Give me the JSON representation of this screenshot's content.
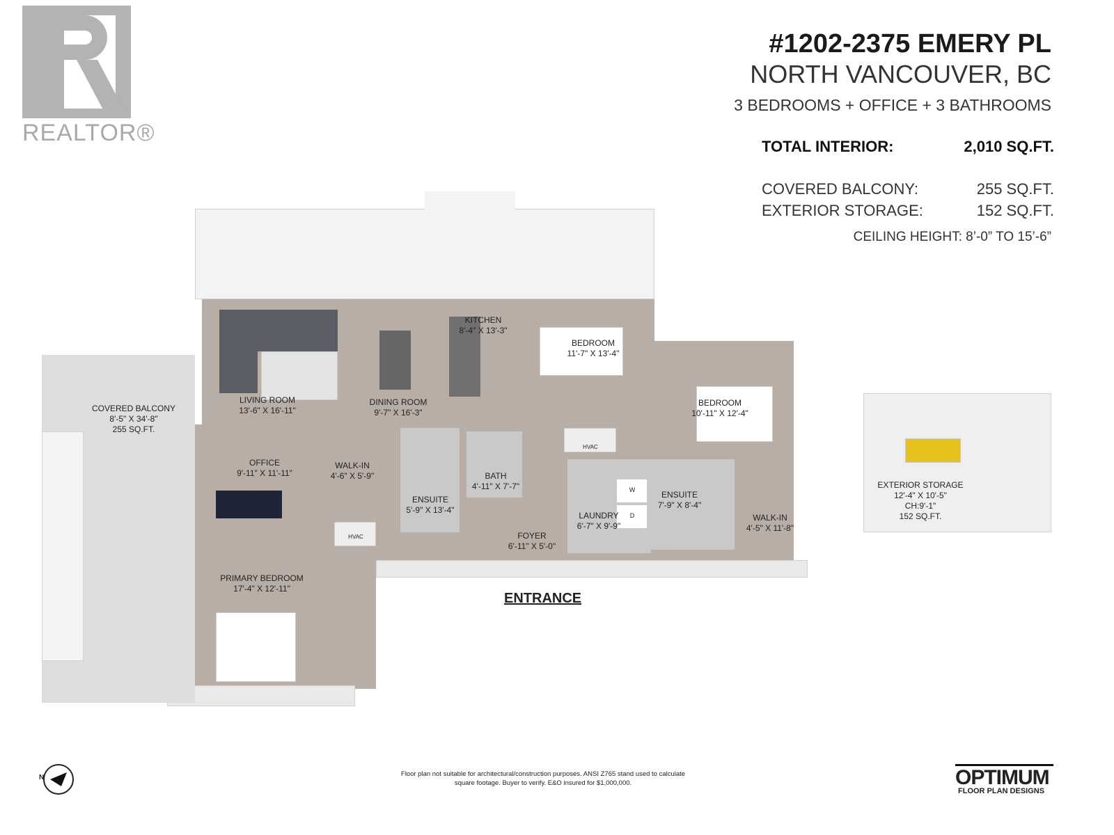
{
  "logo": {
    "brand": "REALTOR®"
  },
  "header": {
    "address": "#1202-2375 EMERY PL",
    "city": "NORTH VANCOUVER, BC",
    "summary": "3 BEDROOMS + OFFICE + 3 BATHROOMS"
  },
  "areas": [
    {
      "label": "TOTAL INTERIOR:",
      "value": "2,010 SQ.FT."
    },
    {
      "label": "COVERED BALCONY:",
      "value": "255 SQ.FT."
    },
    {
      "label": "EXTERIOR STORAGE:",
      "value": "152 SQ.FT."
    }
  ],
  "ceiling": "CEILING HEIGHT: 8’-0” TO 15’-6”",
  "rooms": {
    "kitchen": {
      "name": "KITCHEN",
      "dim": "8'-4\" X 13'-3\""
    },
    "bedroom1": {
      "name": "BEDROOM",
      "dim": "11'-7\" X 13'-4\""
    },
    "bedroom2": {
      "name": "BEDROOM",
      "dim": "10'-11\" X 12'-4\""
    },
    "living": {
      "name": "LIVING ROOM",
      "dim": "13'-6\" X 16'-11\""
    },
    "dining": {
      "name": "DINING ROOM",
      "dim": "9'-7\" X 16'-3\""
    },
    "balcony": {
      "name": "COVERED BALCONY",
      "dim": "8'-5\" X 34'-8\"",
      "area": "255 SQ.FT."
    },
    "office": {
      "name": "OFFICE",
      "dim": "9'-11\" X 11'-11\""
    },
    "walkin1": {
      "name": "WALK-IN",
      "dim": "4'-6\" X 5'-9\""
    },
    "bath": {
      "name": "BATH",
      "dim": "4'-11\" X 7'-7\""
    },
    "ensuite1": {
      "name": "ENSUITE",
      "dim": "5'-9\" X 13'-4\""
    },
    "foyer": {
      "name": "FOYER",
      "dim": "6'-11\" X 5'-0\""
    },
    "laundry": {
      "name": "LAUNDRY",
      "dim": "6'-7\" X 9'-9\""
    },
    "ensuite2": {
      "name": "ENSUITE",
      "dim": "7'-9\" X 8'-4\""
    },
    "walkin2": {
      "name": "WALK-IN",
      "dim": "4'-5\" X 11'-8\""
    },
    "primary": {
      "name": "PRIMARY BEDROOM",
      "dim": "17'-4\" X 12'-11\""
    },
    "storage": {
      "name": "EXTERIOR STORAGE",
      "dim": "12'-4\" X 10'-5\"",
      "ch": "CH:9'-1\"",
      "area": "152 SQ.FT."
    }
  },
  "hvac": "HVAC",
  "washer": "W",
  "dryer": "D",
  "entrance": "ENTRANCE",
  "compass": "N",
  "disclaimer": "Floor plan not suitable for architectural/construction purposes. ANSI Z765 stand used to calculate square footage. Buyer to verify. E&O insured for $1,000,000.",
  "brand": {
    "name": "OPTIMUM",
    "tagline": "FLOOR PLAN DESIGNS"
  }
}
